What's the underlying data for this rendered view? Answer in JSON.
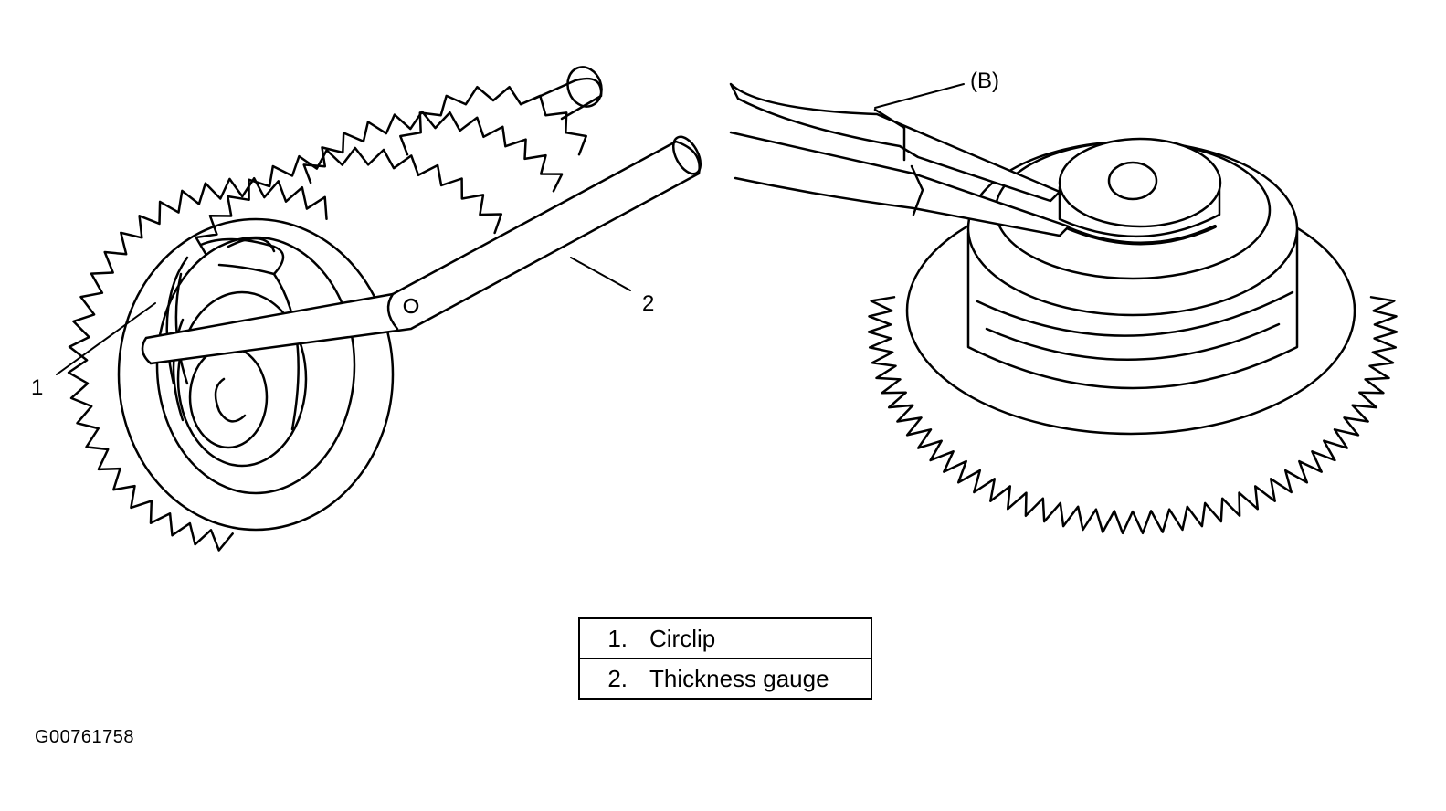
{
  "callouts": {
    "left_1": "1",
    "left_2": "2",
    "right_b": "(B)"
  },
  "legend": {
    "rows": [
      {
        "num": "1.",
        "label": "Circlip"
      },
      {
        "num": "2.",
        "label": "Thickness gauge"
      }
    ]
  },
  "figure_id": "G00761758"
}
